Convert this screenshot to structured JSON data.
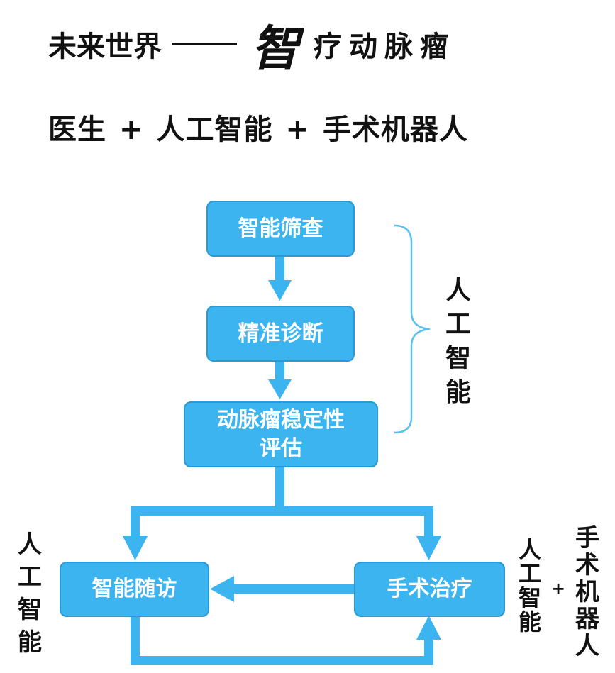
{
  "title": {
    "line1_prefix": "未来世界",
    "line1_zhi": "智",
    "line1_rest": "疗动脉瘤",
    "line2_a": "医生",
    "line2_b": "人工智能",
    "line2_c": "手术机器人",
    "plus": "+"
  },
  "flow": {
    "screening": "智能筛查",
    "diagnosis": "精准诊断",
    "assessment_line1": "动脉瘤稳定性",
    "assessment_line2": "评估",
    "followup": "智能随访",
    "surgery": "手术治疗"
  },
  "labels": {
    "ai_right": [
      "人",
      "工",
      "智",
      "能"
    ],
    "ai_left": [
      "人",
      "工",
      "智",
      "能"
    ],
    "ai_surgery": [
      "人",
      "工",
      "智",
      "能"
    ],
    "robot": [
      "手",
      "术",
      "机",
      "器",
      "人"
    ],
    "plus": "+"
  },
  "colors": {
    "box_fill": "#3bb4ef",
    "box_border": "#2a9ad6",
    "arrow": "#3bb4ef",
    "bracket": "#5bc0f0"
  }
}
